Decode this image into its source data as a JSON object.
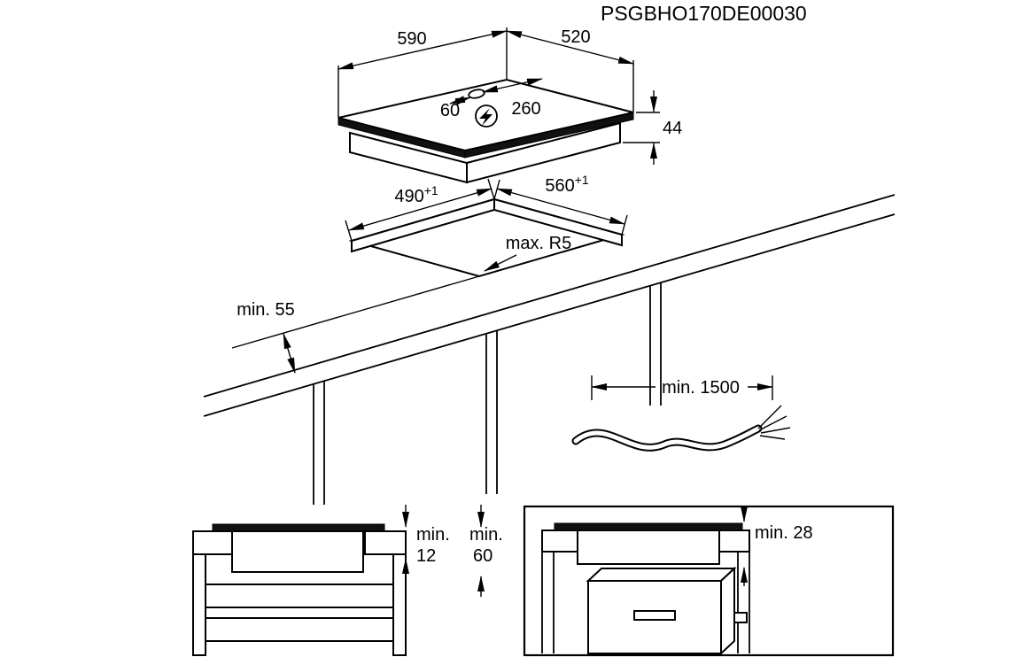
{
  "colors": {
    "line": "#000000",
    "glass": "#111111",
    "bg": "#ffffff"
  },
  "part_number": "PSGBHO170DE00030",
  "icons": {
    "power": "lightning-icon"
  },
  "hob": {
    "width_label": "590",
    "depth_label": "520",
    "height_label": "44",
    "cable_offset_small": "60",
    "cable_offset_large": "260"
  },
  "worktop": {
    "cutout_width": "490",
    "cutout_width_tolerance": "+1",
    "cutout_depth": "560",
    "cutout_depth_tolerance": "+1",
    "front_edge_distance": "min. 55",
    "corner_radius": "max. R5"
  },
  "cable": {
    "length_label": "min. 1500"
  },
  "clearance_left": {
    "label_1_prefix": "min.",
    "label_1_value": "12",
    "label_2_prefix": "min.",
    "label_2_value": "60"
  },
  "clearance_right": {
    "oven_gap_label": "min. 28"
  }
}
